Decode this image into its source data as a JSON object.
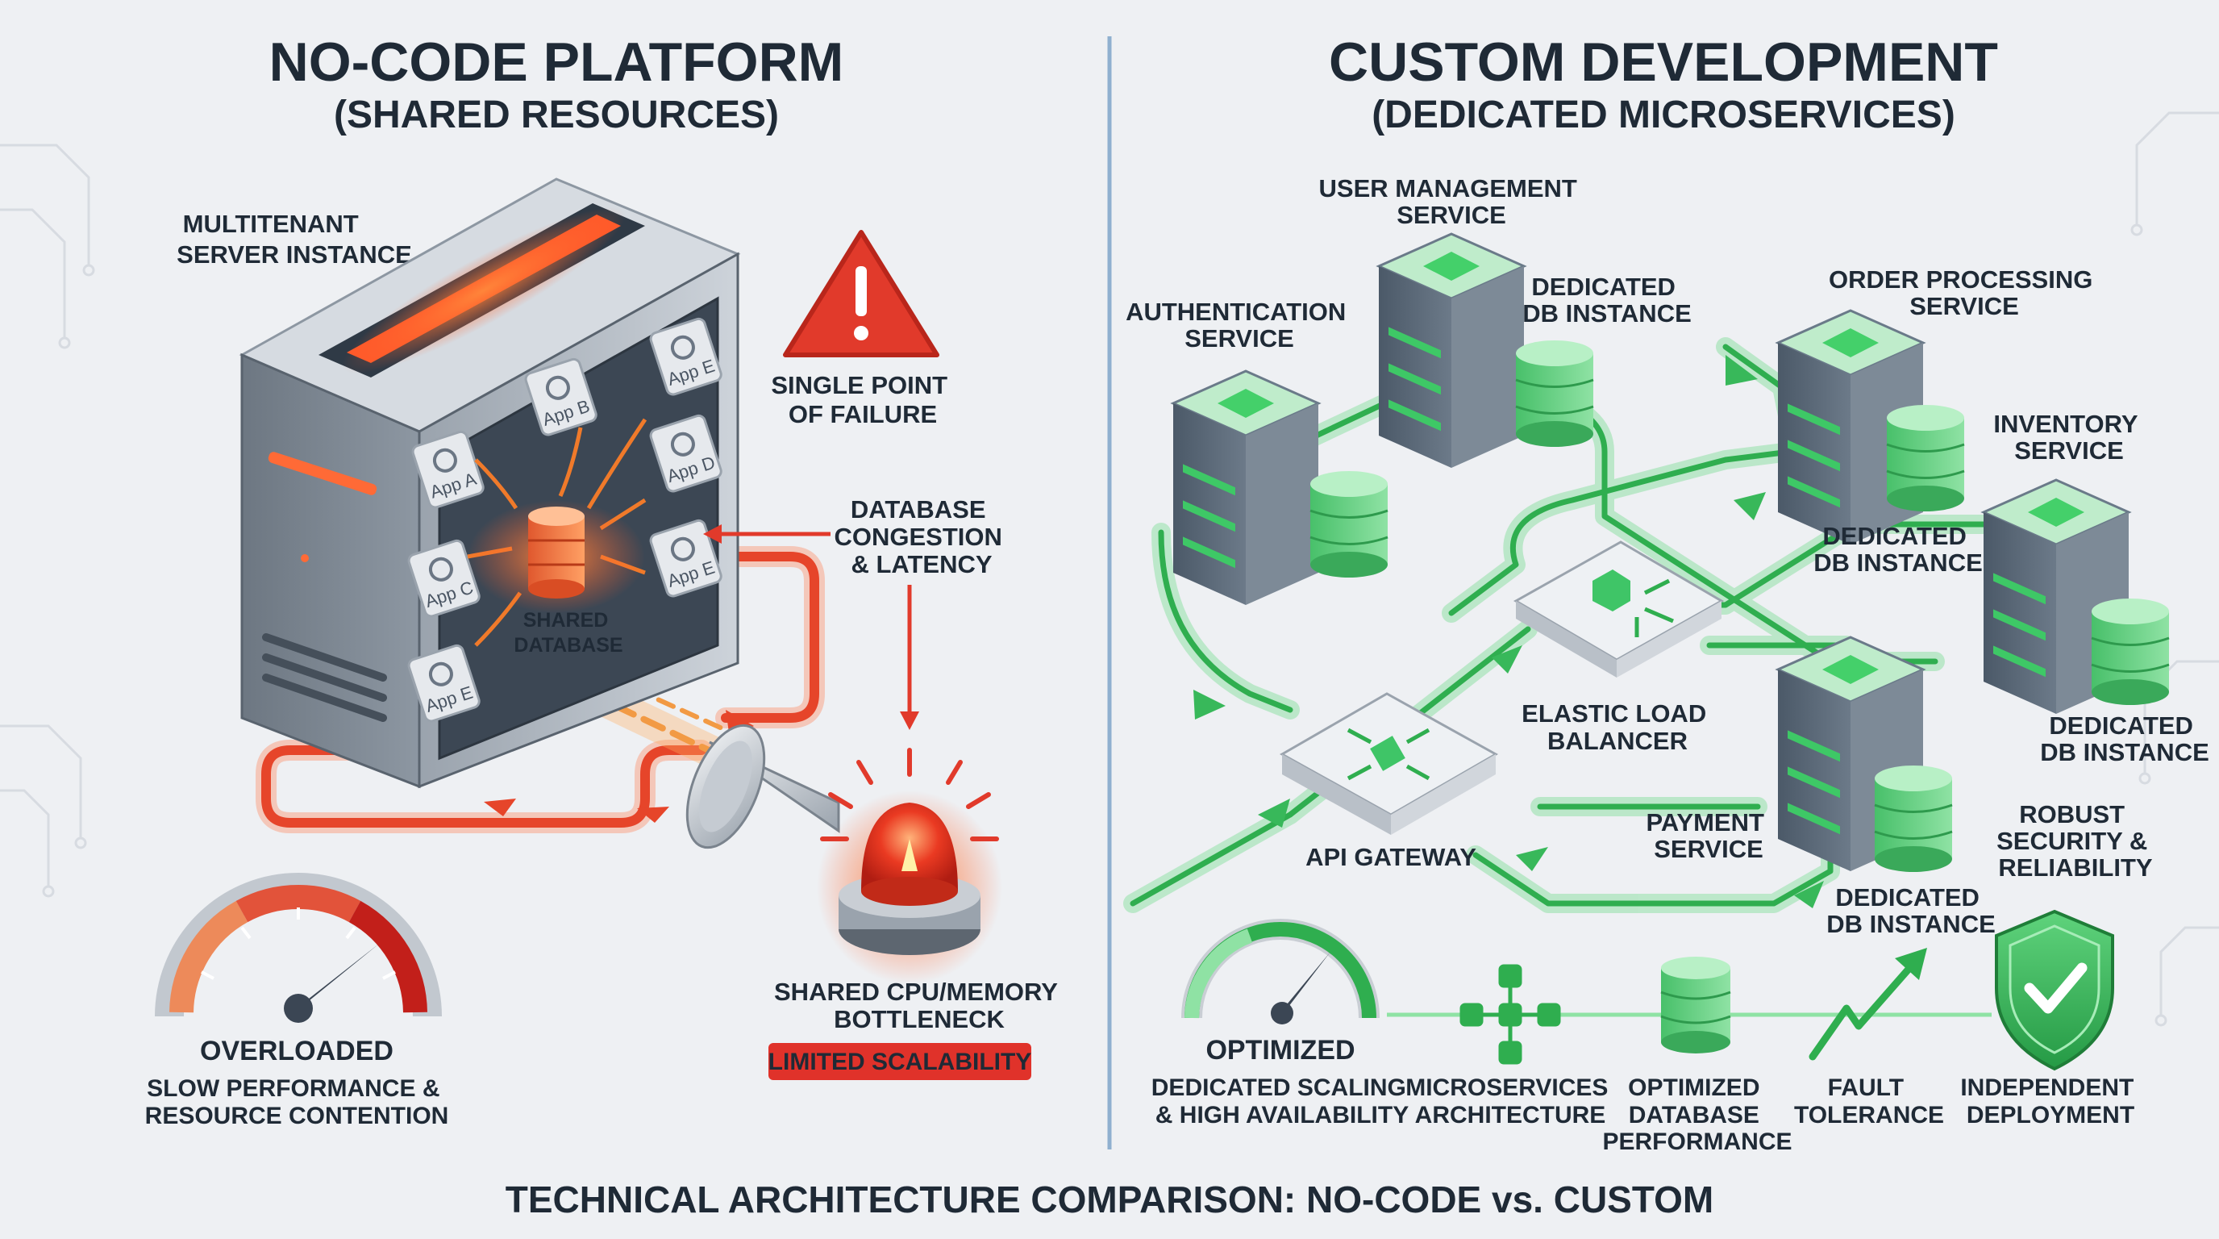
{
  "left": {
    "title": "NO-CODE PLATFORM",
    "subtitle": "(SHARED RESOURCES)",
    "server_label": [
      "MULTITENANT",
      "SERVER INSTANCE"
    ],
    "apps": [
      "App A",
      "App B",
      "App C",
      "App D",
      "App E",
      "App E",
      "App E"
    ],
    "shared_db_label": [
      "SHARED",
      "DATABASE"
    ],
    "spof_label": [
      "SINGLE POINT",
      "OF FAILURE"
    ],
    "congestion_label": [
      "DATABASE",
      "CONGESTION",
      "& LATENCY"
    ],
    "bottleneck_label": [
      "SHARED CPU/MEMORY",
      "BOTTLENECK"
    ],
    "limited_badge": "LIMITED SCALABILITY",
    "gauge_status": "OVERLOADED",
    "gauge_caption": [
      "SLOW PERFORMANCE &",
      "RESOURCE CONTENTION"
    ]
  },
  "right": {
    "title": "CUSTOM DEVELOPMENT",
    "subtitle": "(DEDICATED MICROSERVICES)",
    "services": {
      "user_mgmt": [
        "USER MANAGEMENT",
        "SERVICE"
      ],
      "auth": [
        "AUTHENTICATION",
        "SERVICE"
      ],
      "order": [
        "ORDER PROCESSING",
        "SERVICE"
      ],
      "inventory": [
        "INVENTORY",
        "SERVICE"
      ],
      "payment": [
        "PAYMENT",
        "SERVICE"
      ]
    },
    "db_labels": {
      "user_db": [
        "DEDICATED",
        "DB INSTANCE"
      ],
      "order_db": [
        "DEDICATED",
        "DB INSTANCE"
      ],
      "inventory_db": [
        "DEDICATED",
        "DB INSTANCE"
      ],
      "payment_db": [
        "DEDICATED",
        "DB INSTANCE"
      ]
    },
    "load_balancer": [
      "ELASTIC LOAD",
      "BALANCER"
    ],
    "api_gateway": "API GATEWAY",
    "security_label": [
      "ROBUST",
      "SECURITY &",
      "RELIABILITY"
    ],
    "gauge_status": "OPTIMIZED",
    "benefits": [
      [
        "DEDICATED SCALING",
        "& HIGH AVAILABILITY"
      ],
      [
        "MICROSERVICES",
        "ARCHITECTURE"
      ],
      [
        "OPTIMIZED",
        "DATABASE",
        "PERFORMANCE"
      ],
      [
        "FAULT",
        "TOLERANCE"
      ],
      [
        "INDEPENDENT",
        "DEPLOYMENT"
      ]
    ]
  },
  "footer": "TECHNICAL ARCHITECTURE COMPARISON: NO-CODE vs. CUSTOM",
  "colors": {
    "red": "#d8352a",
    "green": "#2fae4f",
    "navy": "#33475e",
    "divider": "#8fb0cf"
  }
}
